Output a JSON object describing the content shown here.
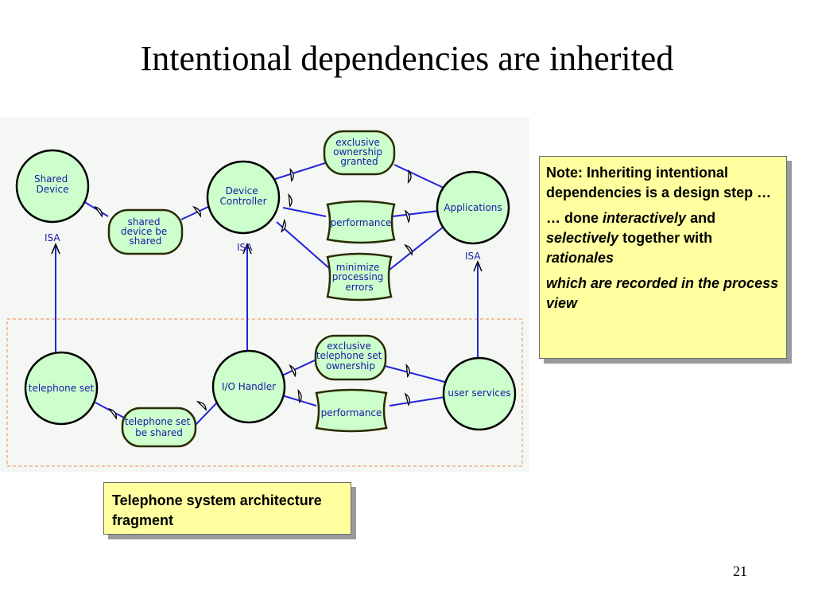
{
  "title": "Intentional dependencies are inherited",
  "diagram": {
    "nodes": {
      "shared_device": [
        "Shared",
        "Device"
      ],
      "device_controller": [
        "Device",
        "Controller"
      ],
      "applications": [
        "Applications"
      ],
      "telephone_set": [
        "telephone set"
      ],
      "io_handler": [
        "I/O Handler"
      ],
      "user_services": [
        "user services"
      ]
    },
    "softgoals": {
      "shared_device_be_shared": [
        "shared",
        "device be",
        "shared"
      ],
      "exclusive_ownership_granted": [
        "exclusive",
        "ownership",
        "granted"
      ],
      "performance_top": [
        "performance"
      ],
      "minimize_processing_errors": [
        "minimize",
        "processing",
        "errors"
      ],
      "telephone_set_be_shared": [
        "telephone set",
        "be shared"
      ],
      "exclusive_telephone_set_ownership": [
        "exclusive",
        "telephone set",
        "ownership"
      ],
      "performance_bottom": [
        "performance"
      ]
    },
    "isa_label": "ISA"
  },
  "note": {
    "line1": "Note: Inheriting intentional dependencies is a design step …",
    "line2_prefix": "… done ",
    "line2_em1": "interactively",
    "line2_mid": " and ",
    "line2_em2": "selectively",
    "line2_mid2": " together with ",
    "line2_em3": "rationales",
    "line3": "which are recorded in the process view"
  },
  "caption": "Telephone system architecture fragment",
  "page_number": "21",
  "colors": {
    "node_fill": "#ccffcc",
    "node_stroke": "#000000",
    "link": "#2222dd",
    "fragment_border": "#f0a070",
    "note_fill": "#ffffa0"
  }
}
